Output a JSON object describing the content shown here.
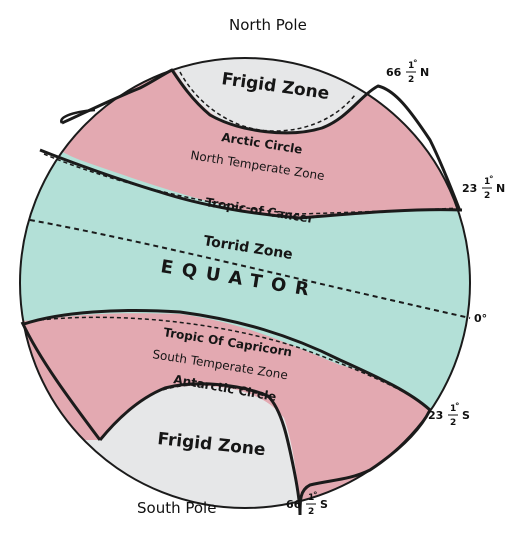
{
  "colors": {
    "frigid": "#e6e7e8",
    "temperate": "#e3a9b1",
    "torrid": "#b3e0d7",
    "outline": "#1b1b1b"
  },
  "poles": {
    "north": "North Pole",
    "south": "South Pole"
  },
  "zones": {
    "north_frigid": "Frigid Zone",
    "arctic_circle": "Arctic Circle",
    "north_temperate": "North Temperate Zone",
    "tropic_cancer": "Tropic of Cancer",
    "torrid": "Torrid Zone",
    "equator": "EQUATOR",
    "tropic_capricorn": "Tropic Of Capricorn",
    "south_temperate": "South Temperate Zone",
    "antarctic_circle": "Antarctic Circle",
    "south_frigid": "Frigid Zone"
  },
  "latitudes": {
    "arctic": {
      "whole": "66",
      "num": "1",
      "den": "2",
      "deg": "°",
      "dir": "N"
    },
    "cancer": {
      "whole": "23",
      "num": "1",
      "den": "2",
      "deg": "°",
      "dir": "N"
    },
    "equator": {
      "text": "0°"
    },
    "capricorn": {
      "whole": "23",
      "num": "1",
      "den": "2",
      "deg": "°",
      "dir": "S"
    },
    "antarctic": {
      "whole": "66",
      "num": "1",
      "den": "2",
      "deg": "°",
      "dir": "S"
    }
  }
}
